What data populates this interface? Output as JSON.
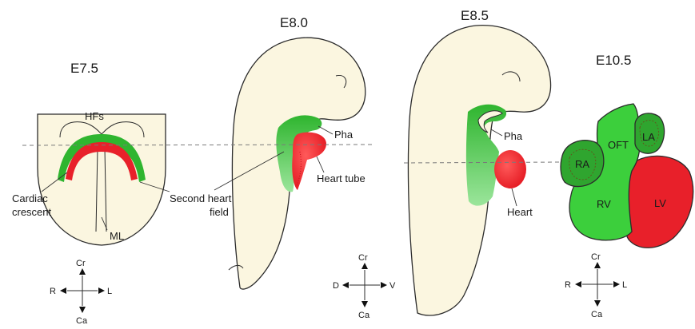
{
  "stages": [
    "E7.5",
    "E8.0",
    "E8.5",
    "E10.5"
  ],
  "labels": {
    "hfs": "HFs",
    "cardiac_crescent_1": "Cardiac",
    "cardiac_crescent_2": "crescent",
    "ml": "ML",
    "second_heart_field_1": "Second heart",
    "second_heart_field_2": "field",
    "pha_e80": "Pha",
    "heart_tube": "Heart tube",
    "pha_e85": "Pha",
    "heart": "Heart",
    "oft": "OFT",
    "ra": "RA",
    "la": "LA",
    "rv": "RV",
    "lv": "LV"
  },
  "axes": {
    "e75": {
      "top": "Cr",
      "bottom": "Ca",
      "left": "R",
      "right": "L"
    },
    "e80": {
      "top": "Cr",
      "bottom": "Ca",
      "left": "D",
      "right": "V"
    },
    "e105": {
      "top": "Cr",
      "bottom": "Ca",
      "left": "R",
      "right": "L"
    }
  },
  "colors": {
    "embryo_fill": "#fbf6e0",
    "first_heart_field": "#e8202a",
    "second_heart_field": "#2fb52f",
    "second_heart_field_light": "#8fe08f"
  }
}
